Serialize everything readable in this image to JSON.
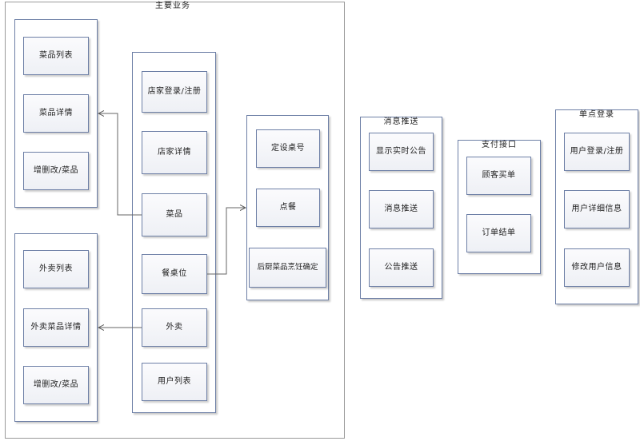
{
  "diagram": {
    "main_title": "主要业务",
    "dish_group": [
      "菜品列表",
      "菜品详情",
      "增删改/菜品"
    ],
    "takeout_group": [
      "外卖列表",
      "外卖菜品详情",
      "增删改/菜品"
    ],
    "center_group": [
      "店家登录/注册",
      "店家详情",
      "菜品",
      "餐桌位",
      "外卖",
      "用户列表"
    ],
    "order_group": [
      "定设桌号",
      "点餐",
      "后厨菜品烹饪确定"
    ],
    "message": {
      "title": "消息推送",
      "items": [
        "显示实时公告",
        "消息推送",
        "公告推送"
      ]
    },
    "payment": {
      "title": "支付接口",
      "items": [
        "顾客买单",
        "订单结单"
      ]
    },
    "sso": {
      "title": "单点登录",
      "items": [
        "用户登录/注册",
        "用户详细信息",
        "修改用户信息"
      ]
    }
  }
}
